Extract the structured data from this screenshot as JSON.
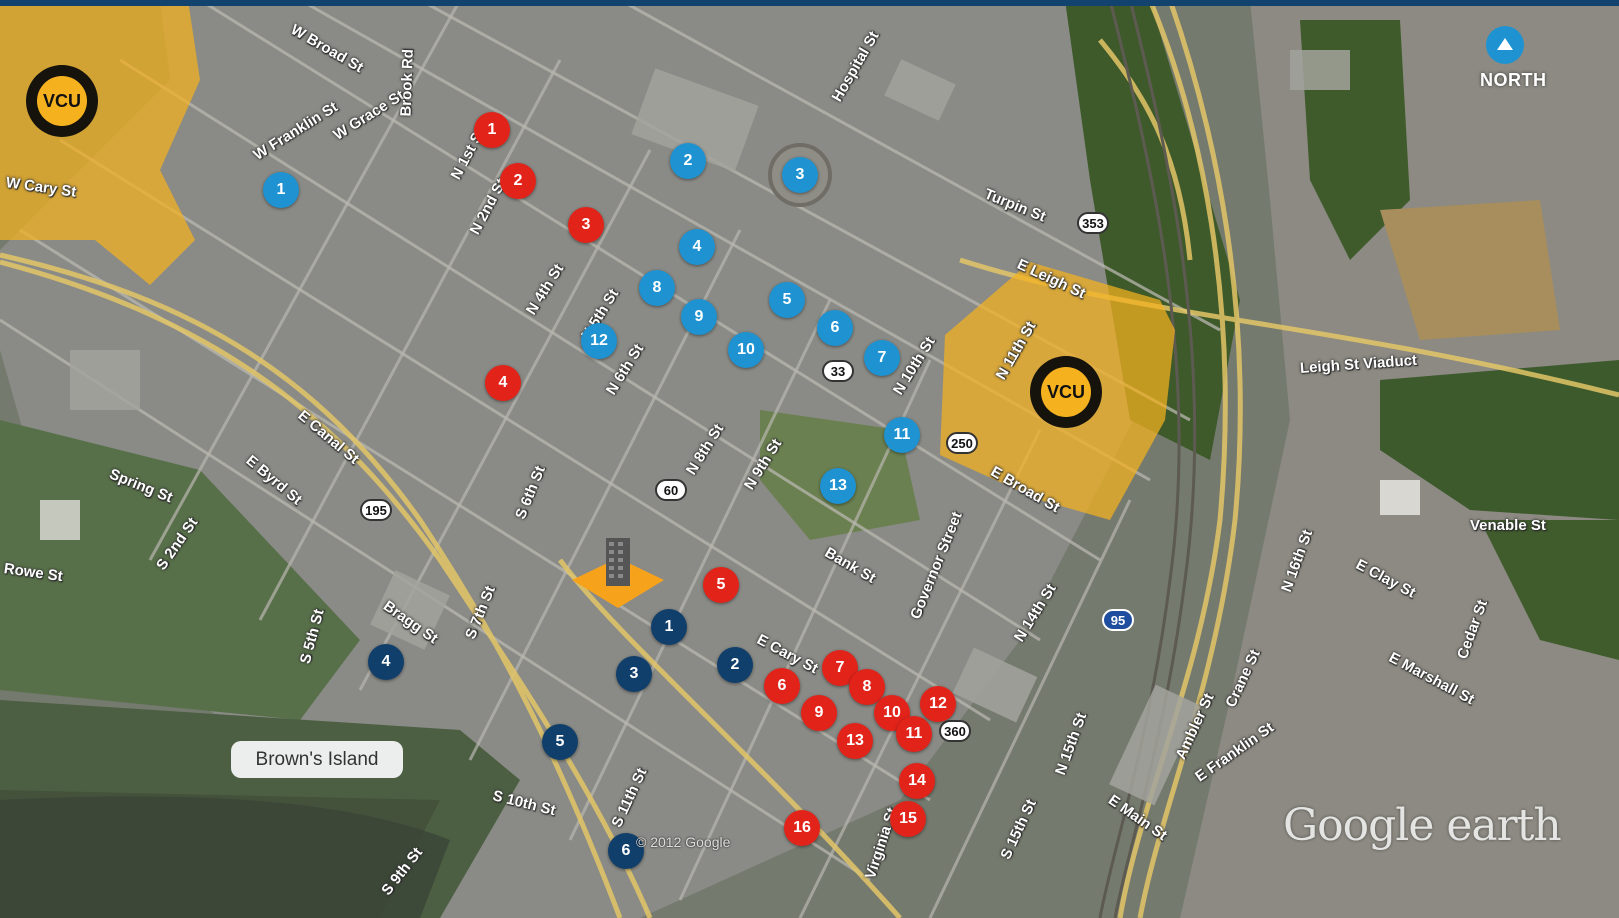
{
  "map": {
    "north_label": "NORTH",
    "watermark": "Google earth",
    "copyright": "© 2012 Google",
    "place_label": "Brown's Island",
    "vcu_text": "VCU",
    "colors": {
      "red_marker": "#e2231a",
      "light_blue_marker": "#1f93d2",
      "dark_blue_marker": "#113f6c",
      "campus_highlight": "#f5b21e",
      "building_marker": "#f7a21b"
    },
    "route_shields": [
      "353",
      "33",
      "250",
      "60",
      "195",
      "360",
      "95"
    ],
    "street_labels": [
      "W Broad St",
      "W Grace St",
      "W Franklin St",
      "W Cary St",
      "N 1st St",
      "N 2nd St",
      "N 4th St",
      "N 5th St",
      "N 6th St",
      "N 8th St",
      "N 9th St",
      "N 10th St",
      "N 11th St",
      "E Leigh St",
      "Leigh St Viaduct",
      "Venable St",
      "E Broad St",
      "Bank St",
      "Governor Street",
      "N 14th St",
      "N 15th St",
      "N 16th St",
      "E Clay St",
      "E Marshall St",
      "Cedar St",
      "E Franklin St",
      "Ambler St",
      "Crane St",
      "E Main St",
      "S 15th St",
      "Virginia St",
      "S 10th St",
      "S 11th St",
      "S 9th St",
      "S 7th St",
      "S 6th St",
      "S 5th St",
      "S 2nd St",
      "Spring St",
      "E Byrd St",
      "E Canal St",
      "Bragg St",
      "Rowe St",
      "E Cary St",
      "Turpin St",
      "Hospital St",
      "Brook Rd"
    ],
    "red_markers": [
      "1",
      "2",
      "3",
      "4",
      "5",
      "6",
      "7",
      "8",
      "9",
      "10",
      "11",
      "12",
      "13",
      "14",
      "15",
      "16"
    ],
    "light_blue_markers": [
      "1",
      "2",
      "3",
      "4",
      "5",
      "6",
      "7",
      "8",
      "9",
      "10",
      "11",
      "12",
      "13"
    ],
    "dark_blue_markers": [
      "1",
      "2",
      "3",
      "4",
      "5",
      "6"
    ]
  }
}
